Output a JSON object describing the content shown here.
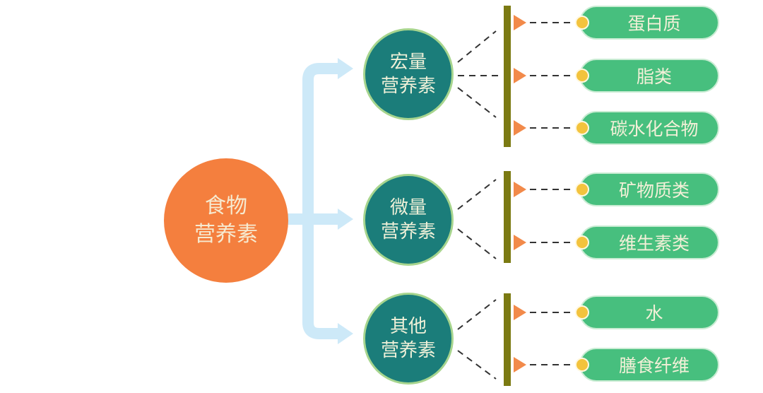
{
  "root": {
    "line1": "食物",
    "line2": "营养素"
  },
  "categories": [
    {
      "line1": "宏量",
      "line2": "营养素",
      "items": [
        "蛋白质",
        "脂类",
        "碳水化合物"
      ]
    },
    {
      "line1": "微量",
      "line2": "营养素",
      "items": [
        "矿物质类",
        "维生素类"
      ]
    },
    {
      "line1": "其他",
      "line2": "营养素",
      "items": [
        "水",
        "膳食纤维"
      ]
    }
  ],
  "colors": {
    "root": "#f47f3e",
    "category": "#1b7d7a",
    "item": "#47bf7e",
    "connector": "#cde9f8",
    "bar": "#7b7a12",
    "marker": "#f28a4a",
    "dot": "#f3c33d"
  }
}
